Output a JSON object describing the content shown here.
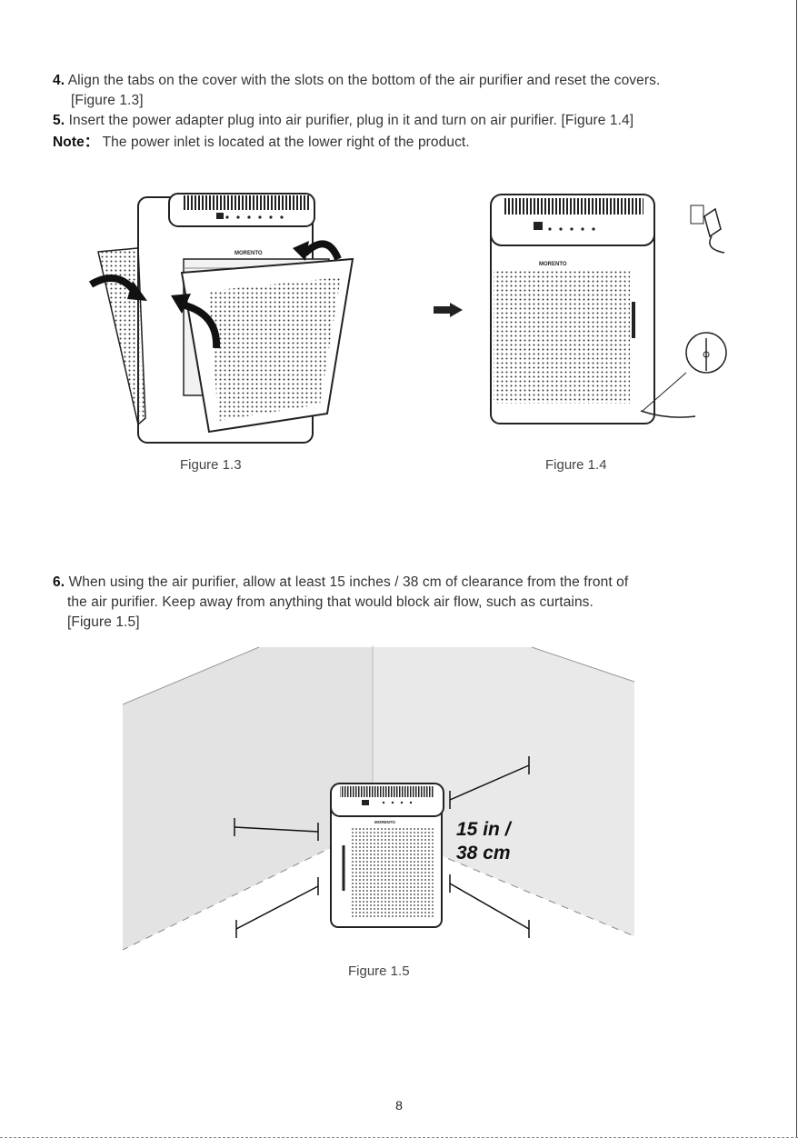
{
  "steps": {
    "step4": {
      "number": "4.",
      "text": "Align the tabs on the cover with the slots on the bottom of the air purifier and reset the covers.",
      "ref": "[Figure 1.3]"
    },
    "step5": {
      "number": "5.",
      "text": "Insert the power adapter plug into air purifier, plug in it and turn on air purifier. [Figure 1.4]"
    },
    "note": {
      "label": "Note：",
      "text": "The power inlet is located at the lower right of the product."
    },
    "step6": {
      "number": "6.",
      "line1": "When using the air purifier, allow at least 15 inches / 38 cm of clearance from the front of",
      "line2": "the air purifier. Keep away from anything that would block air flow, such as curtains.",
      "ref": "[Figure 1.5]"
    }
  },
  "figures": {
    "fig13": {
      "caption": "Figure 1.3",
      "brand": "MORENTO"
    },
    "fig14": {
      "caption": "Figure 1.4",
      "brand": "MORENTO"
    },
    "fig15": {
      "caption": "Figure 1.5",
      "brand": "MORENTO",
      "distance_line1": "15 in /",
      "distance_line2": "38 cm"
    }
  },
  "page_number": "8"
}
